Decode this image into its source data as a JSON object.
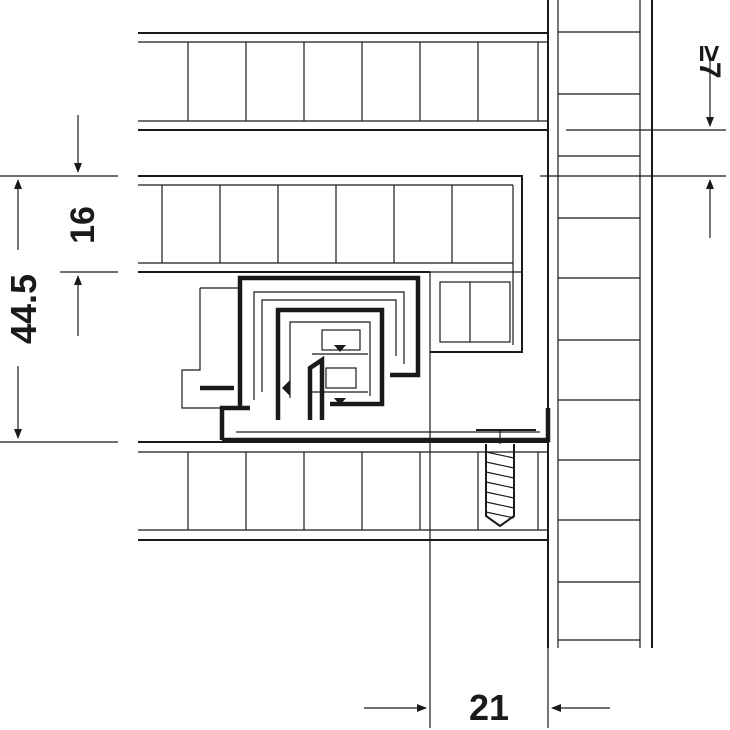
{
  "dimensions": {
    "height_total": "44.5",
    "height_profile": "16",
    "min_gap": "≥7",
    "side_offset": "21"
  },
  "colors": {
    "line": "#1a1a1a",
    "background": "#ffffff"
  }
}
